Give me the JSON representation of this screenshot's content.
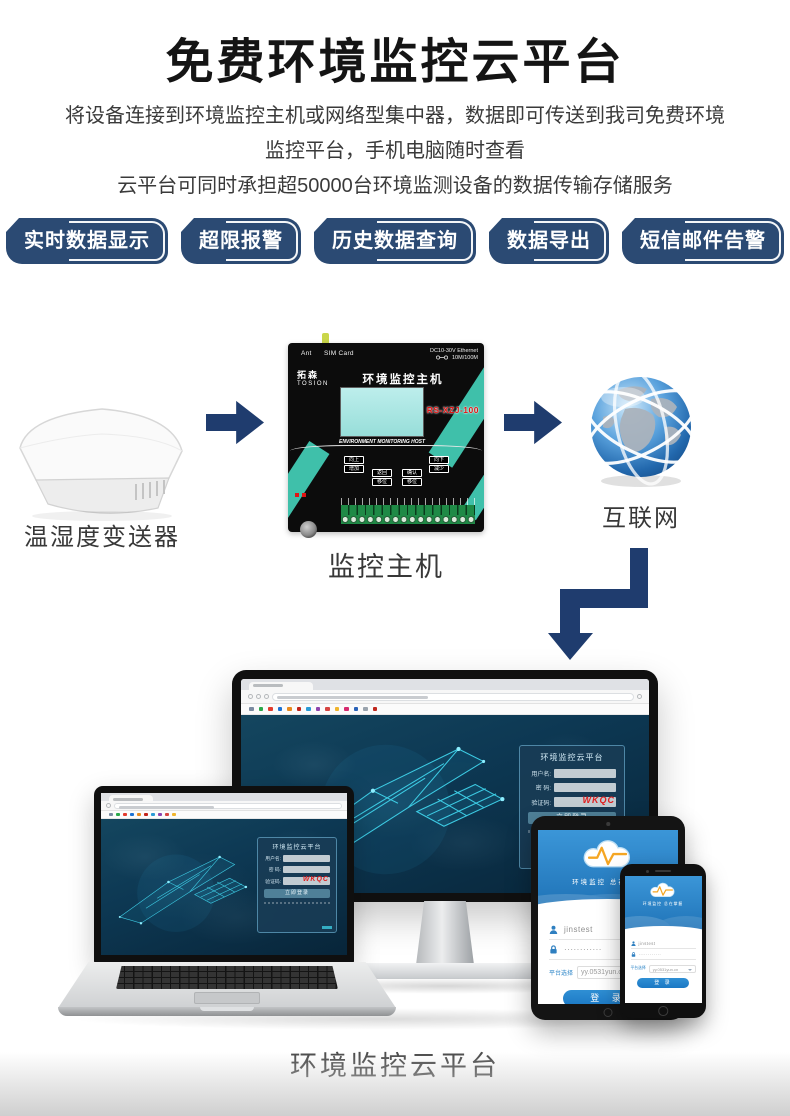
{
  "header": {
    "title": "免费环境监控云平台",
    "lines": [
      "将设备连接到环境监控主机或网络型集中器，数据即可传送到我司免费环境",
      "监控平台，手机电脑随时查看",
      "云平台可同时承担超50000台环境监测设备的数据传输存储服务"
    ]
  },
  "features": {
    "badges": [
      "实时数据显示",
      "超限报警",
      "历史数据查询",
      "数据导出",
      "短信邮件告警"
    ]
  },
  "flow": {
    "sensor_caption": "温湿度变送器",
    "host_caption": "监控主机",
    "internet_caption": "互联网",
    "host": {
      "ant_label": "Ant",
      "sim_label": "SIM Card",
      "power_label": "DC10-30V",
      "ethernet_label": "Ethernet",
      "speed_label": "10M/100M",
      "brand_cn": "拓森",
      "brand_en": "TOSION",
      "title": "环境监控主机",
      "subtitle": "ENVIRONMENT MONITORING HOST",
      "model": "RS-XZJ-100",
      "buttons": [
        {
          "top": "向上",
          "bottom": "增加"
        },
        {
          "top": "返回",
          "bottom": "移位"
        },
        {
          "top": "确认",
          "bottom": "移位"
        },
        {
          "top": "向下",
          "bottom": "减少"
        }
      ]
    }
  },
  "showcase": {
    "caption": "环境监控云平台",
    "desktop_login": {
      "title": "环境监控云平台",
      "username_label": "用户名:",
      "password_label": "密 码:",
      "captcha_label": "验证码:",
      "captcha_code": "WKQC",
      "submit_label": "立即登录"
    },
    "mobile_login": {
      "slogan": "环境监控 总在掌握",
      "username": "jinstest",
      "password_masked": "············",
      "platform_label": "平台选择",
      "platform_value": "yy.0531yun.cn",
      "submit_label": "登 录"
    }
  },
  "colors": {
    "badge_navy": "#2b4a73",
    "arrow_navy": "#1f3c6e",
    "host_teal": "#3fc0aa",
    "app_blue": "#2a86cd",
    "captcha_red": "#e01f1f",
    "wireframe_cyan": "#41d8f0"
  }
}
